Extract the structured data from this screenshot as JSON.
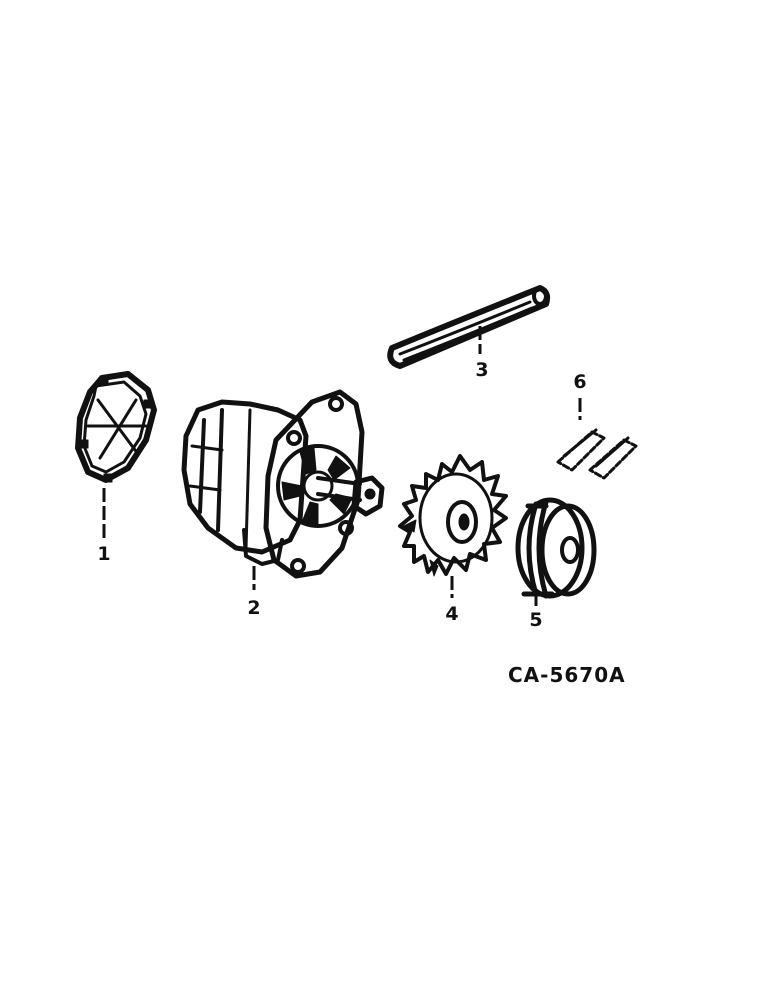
{
  "callouts": [
    "1",
    "2",
    "3",
    "4",
    "5",
    "6"
  ],
  "figure_code": "CA-5670A",
  "parts": [
    {
      "callout": "1",
      "icon": "end-cover-icon"
    },
    {
      "callout": "2",
      "icon": "alternator-icon"
    },
    {
      "callout": "3",
      "icon": "adjusting-bracket-icon"
    },
    {
      "callout": "4",
      "icon": "fan-icon"
    },
    {
      "callout": "5",
      "icon": "pulley-icon"
    },
    {
      "callout": "6",
      "icon": "brush-set-icon"
    }
  ]
}
